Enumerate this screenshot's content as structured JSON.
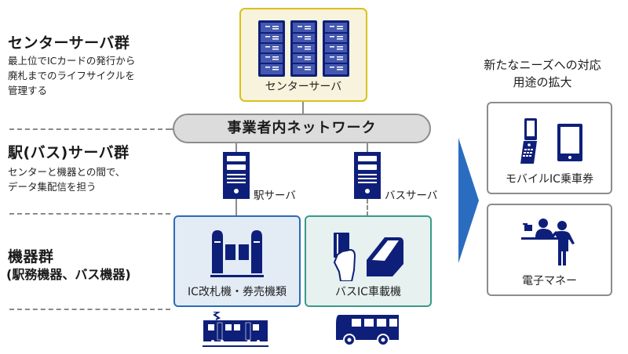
{
  "tiers": {
    "center": {
      "title": "センターサーバ群",
      "desc_lines": [
        "最上位でICカードの発行から",
        "廃札までのライフサイクルを",
        "管理する"
      ]
    },
    "station": {
      "title": "駅(バス)サーバ群",
      "desc_lines": [
        "センターと機器との間で、",
        "データ集配信を担う"
      ]
    },
    "devices": {
      "title": "機器群",
      "subtitle": "(駅務機器、バス機器)"
    }
  },
  "center_server": {
    "label": "センターサーバ",
    "icon": "server-rack-icon"
  },
  "network": {
    "label": "事業者内ネットワーク"
  },
  "station_server": {
    "label": "駅サーバ",
    "icon": "server-tower-icon"
  },
  "bus_server": {
    "label": "バスサーバ",
    "icon": "server-tower-icon"
  },
  "gate_box": {
    "label": "IC改札機・券売機類",
    "icon": "ticket-gate-icon",
    "vehicle_icon": "train-icon"
  },
  "bus_box": {
    "label": "バスIC車載機",
    "icon": "card-reader-icon",
    "vehicle_icon": "bus-icon"
  },
  "expansion": {
    "title_lines": [
      "新たなニーズへの対応",
      "用途の拡大"
    ],
    "items": [
      {
        "label": "モバイルIC乗車券",
        "icon": "mobile-phone-icon"
      },
      {
        "label": "電子マネー",
        "icon": "shop-counter-icon"
      }
    ]
  },
  "colors": {
    "icon_navy": "#0e1f7a",
    "arrow_blue": "#2a6cc0",
    "center_border": "#d9c21e",
    "center_fill": "#f7f3dc",
    "gate_border": "#2b6cb5",
    "gate_fill": "#e3ebf5",
    "bus_border": "#3b9a8a",
    "bus_fill": "#e6f1f0",
    "network_fill": "#dcdcdc"
  }
}
